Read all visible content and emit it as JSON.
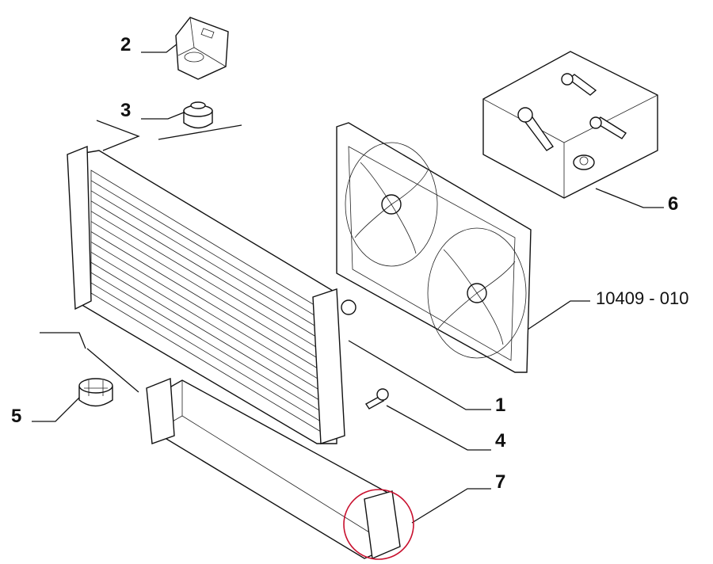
{
  "diagram": {
    "reference": "10409 - 010",
    "callouts": [
      "1",
      "2",
      "3",
      "4",
      "5",
      "6",
      "7"
    ],
    "highlight_color": "#c8102e"
  }
}
